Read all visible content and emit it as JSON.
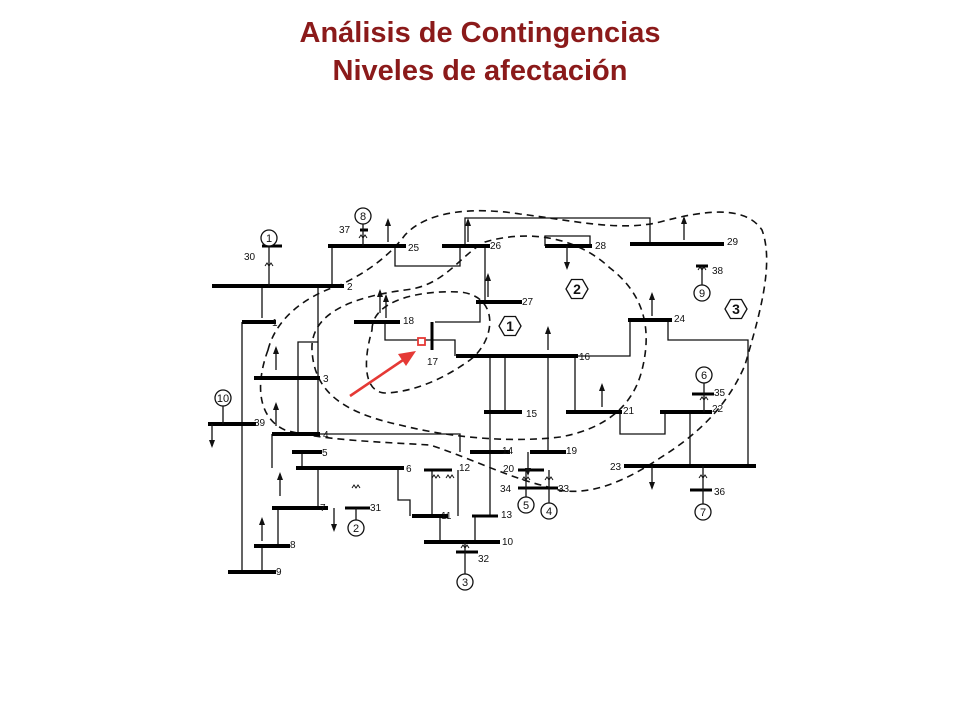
{
  "slide": {
    "title_line1": "Análisis de Contingencias",
    "title_line2": "Niveles de afectación"
  },
  "colors": {
    "title": "#8b1a1a",
    "marker": "#e53935",
    "line": "#111111"
  },
  "bus_labels": [
    "1",
    "2",
    "3",
    "4",
    "5",
    "6",
    "7",
    "8",
    "9",
    "10",
    "11",
    "12",
    "13",
    "14",
    "15",
    "16",
    "17",
    "18",
    "19",
    "20",
    "21",
    "22",
    "23",
    "24",
    "25",
    "26",
    "27",
    "28",
    "29",
    "30",
    "31",
    "32",
    "33",
    "34",
    "35",
    "36",
    "37",
    "38",
    "39"
  ],
  "generator_labels": [
    "1",
    "2",
    "3",
    "4",
    "5",
    "6",
    "7",
    "8",
    "9",
    "10"
  ],
  "area_labels": [
    "1",
    "2",
    "3"
  ],
  "contingency_marker": "fault-at-bus-17"
}
